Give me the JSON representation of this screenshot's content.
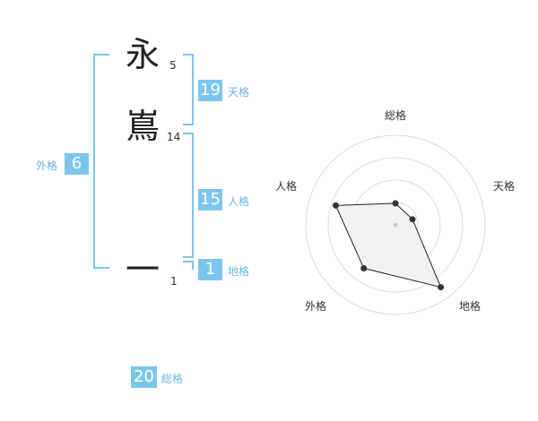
{
  "name": {
    "characters": [
      {
        "char": "永",
        "strokes": "5"
      },
      {
        "char": "嶌",
        "strokes": "14"
      },
      {
        "char": "一",
        "strokes": "1"
      }
    ]
  },
  "fortune": {
    "tenkaku": {
      "value": "19",
      "label": "天格"
    },
    "jinkaku": {
      "value": "15",
      "label": "人格"
    },
    "chikaku": {
      "value": "1",
      "label": "地格"
    },
    "gaikaku": {
      "value": "6",
      "label": "外格"
    },
    "soukaku": {
      "value": "20",
      "label": "総格"
    }
  },
  "chart_data": {
    "type": "radar",
    "axes": [
      "総格",
      "天格",
      "地格",
      "外格",
      "人格"
    ],
    "values": [
      1.2,
      1.0,
      4.3,
      3.0,
      3.5
    ],
    "rmax": 5,
    "rings": 4,
    "colors": {
      "fill": "#f0f0f0",
      "line": "#222222",
      "ring": "#dddddd"
    }
  },
  "colors": {
    "accent": "#7cc6ee"
  }
}
